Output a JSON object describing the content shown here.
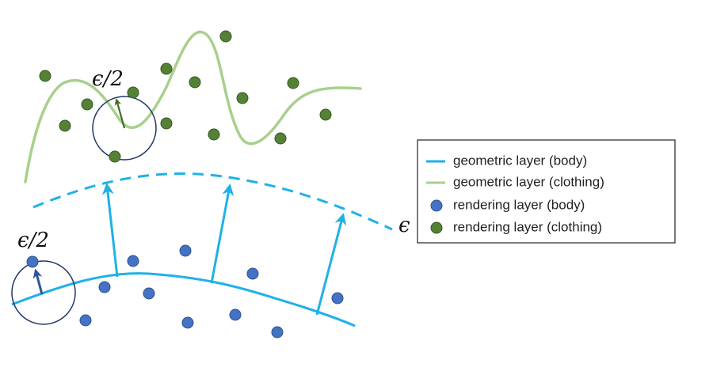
{
  "colors": {
    "body": "#1fb1e6",
    "clothing": "#a8d08d",
    "rendering_body": "#4472c4",
    "rendering_body_stroke": "#2f528f",
    "rendering_clothing": "#548235",
    "rendering_clothing_stroke": "#385723",
    "radius_circle": "#1f3864",
    "arrow_clothing": "#3f6f2a",
    "arrow_body": "#2f5597"
  },
  "labels": {
    "radius_clothing": "ϵ/2",
    "radius_body": "ϵ/2",
    "offset": "ϵ"
  },
  "legend": {
    "items": [
      {
        "label": "geometric layer (body)",
        "marker": "line-body"
      },
      {
        "label": "geometric layer (clothing)",
        "marker": "line-clothing"
      },
      {
        "label": "rendering layer (body)",
        "marker": "dot-body"
      },
      {
        "label": "rendering layer (clothing)",
        "marker": "dot-clothing"
      }
    ]
  }
}
